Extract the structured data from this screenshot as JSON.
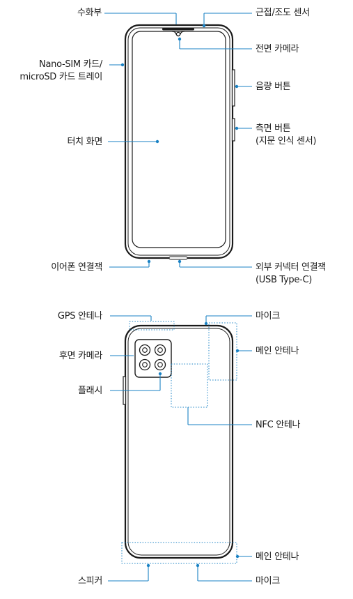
{
  "front": {
    "earpiece": "수화부",
    "proximity_light_sensor": "근접/조도 센서",
    "sim_tray_line1": "Nano-SIM 카드/",
    "sim_tray_line2": "microSD 카드 트레이",
    "front_camera": "전면 카메라",
    "volume_button": "음량 버튼",
    "side_button_line1": "측면 버튼",
    "side_button_line2": "(지문 인식 센서)",
    "touchscreen": "터치 화면",
    "earphone_jack": "이어폰 연결잭",
    "usb_connector_line1": "외부 커넥터 연결잭",
    "usb_connector_line2": "(USB Type-C)"
  },
  "back": {
    "gps_antenna": "GPS 안테나",
    "mic_top": "마이크",
    "rear_camera": "후면 카메라",
    "main_antenna_top": "메인 안테나",
    "flash": "플래시",
    "nfc_antenna": "NFC 안테나",
    "main_antenna_bottom": "메인 안테나",
    "speaker": "스피커",
    "mic_bottom": "마이크"
  },
  "colors": {
    "outline": "#1a1a1a",
    "leader": "#1a82c4",
    "antenna_dotted": "#1a82c4"
  }
}
